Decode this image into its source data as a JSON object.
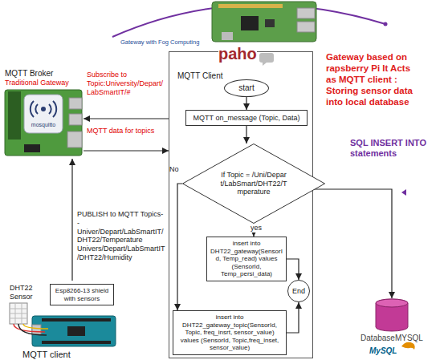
{
  "diagram": {
    "nodes": [
      {
        "text": [
          "MQTT Broker",
          "Traditional Gateway"
        ]
      },
      {
        "text": [
          "MQTT Client"
        ]
      },
      {
        "text": [
          "start"
        ],
        "in": 1
      },
      {
        "text": [
          "MQTT on_message (Topic, Data)"
        ],
        "in": 1
      },
      {
        "text": [
          "If Topic = /Uni/Depart/LabSmart/DHT22/Tmperature"
        ],
        "in": 1
      },
      {
        "text": [
          "insert into DHT22_gateway(SensorId, Temp_read) values (SensorId, Temp_persi_data)"
        ],
        "in": 1
      },
      {
        "text": [
          "insert into DHT22_gateway_topic(SensorId, Topic, freq_insrt, sensor_value) values (SensorId, Topic,freq_inset, sensor_value)"
        ],
        "in": 1
      },
      {
        "text": [
          "End"
        ],
        "in": 1
      },
      {
        "text": [
          "DatabaseMYSQL"
        ]
      },
      {
        "text": [
          "DHT22 Sensor",
          "MQTT client"
        ]
      },
      {
        "text": [
          "Esp8266-13 shield with sensors"
        ],
        "in": 9
      }
    ],
    "edges": [
      {
        "from": 9,
        "to": 0,
        "arrow": "to",
        "label": "PUBLISH to MQTT Topics-- Univer/Depart/LabSmartIT/DHT22/Temperature Univers/Depart/LabSmartIT/DHT22/Humidity"
      },
      {
        "from": 1,
        "to": 0,
        "arrow": "to",
        "label": "Subscribe to Topic:University/Depart/LabSmartIT/#"
      },
      {
        "from": 0,
        "to": 1,
        "arrow": "to",
        "label": "MQTT data for topics"
      },
      {
        "from": 1,
        "to": 8,
        "arrow": "to",
        "label": "SQL INSERT INTO statements"
      },
      {
        "from": 2,
        "to": 3,
        "arrow": "to"
      },
      {
        "from": 3,
        "to": 4,
        "arrow": "to"
      },
      {
        "from": 4,
        "to": 5,
        "arrow": "to",
        "label": "yes"
      },
      {
        "from": 4,
        "to": 6,
        "arrow": "to",
        "label": "No"
      },
      {
        "from": 5,
        "to": 7,
        "arrow": "to"
      },
      {
        "from": 6,
        "to": 7,
        "arrow": "to"
      }
    ],
    "labels": [
      "Gateway with Fog Computing",
      "Gateway based on rapsberry Pi It Acts as MQTT client : Storing sensor data into local database",
      "paho",
      "mosquitto",
      "MySQL"
    ]
  }
}
